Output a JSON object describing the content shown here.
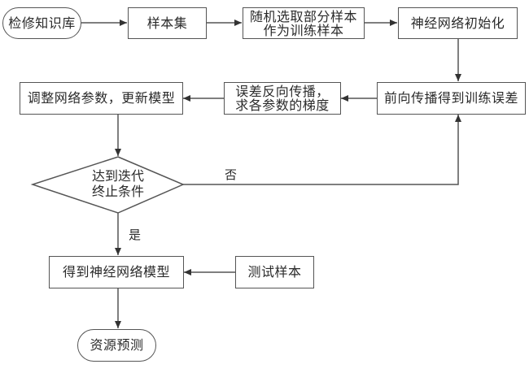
{
  "flowchart": {
    "nodes": {
      "knowledge_base": "检修知识库",
      "sample_set": "样本集",
      "random_select": "随机选取部分样本作为训练样本",
      "random_select_line1": "随机选取部分样本",
      "random_select_line2": "作为训练样本",
      "nn_init": "神经网络初始化",
      "forward_prop": "前向传播得到训练误差",
      "back_prop_line1": "误差反向传播，",
      "back_prop_line2": "求各参数的梯度",
      "adjust_params": "调整网络参数，更新模型",
      "decision_line1": "达到迭代",
      "decision_line2": "终止条件",
      "nn_model": "得到神经网络模型",
      "test_samples": "测试样本",
      "resource_prediction": "资源预测"
    },
    "edge_labels": {
      "no": "否",
      "yes": "是"
    },
    "colors": {
      "line": "#555555",
      "text": "#2a2a2a",
      "background": "#ffffff"
    }
  }
}
